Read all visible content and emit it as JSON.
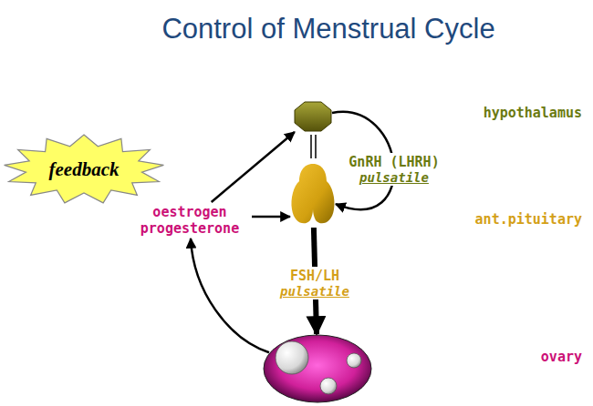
{
  "diagram": {
    "title": "Control of Menstrual Cycle",
    "nodes": [
      {
        "text": [
          "hypothalamus"
        ]
      },
      {
        "text": [
          "feedback"
        ]
      },
      {
        "text": [
          "ant.pituitary"
        ]
      },
      {
        "text": [
          "oestrogen progesterone"
        ]
      },
      {
        "text": [
          "ovary"
        ]
      }
    ],
    "edges": [
      {
        "from": 0,
        "to": 2,
        "label": "GnRH (LHRH)",
        "arrow": "to"
      },
      {
        "from": 2,
        "to": 4,
        "label": "FSH/LH",
        "arrow": "to"
      },
      {
        "from": 4,
        "to": 3,
        "arrow": "to"
      },
      {
        "from": 3,
        "to": 0,
        "arrow": "to"
      },
      {
        "from": 3,
        "to": 2,
        "arrow": "to"
      }
    ],
    "labels": [
      "pulsatile",
      "pulsatile"
    ]
  }
}
